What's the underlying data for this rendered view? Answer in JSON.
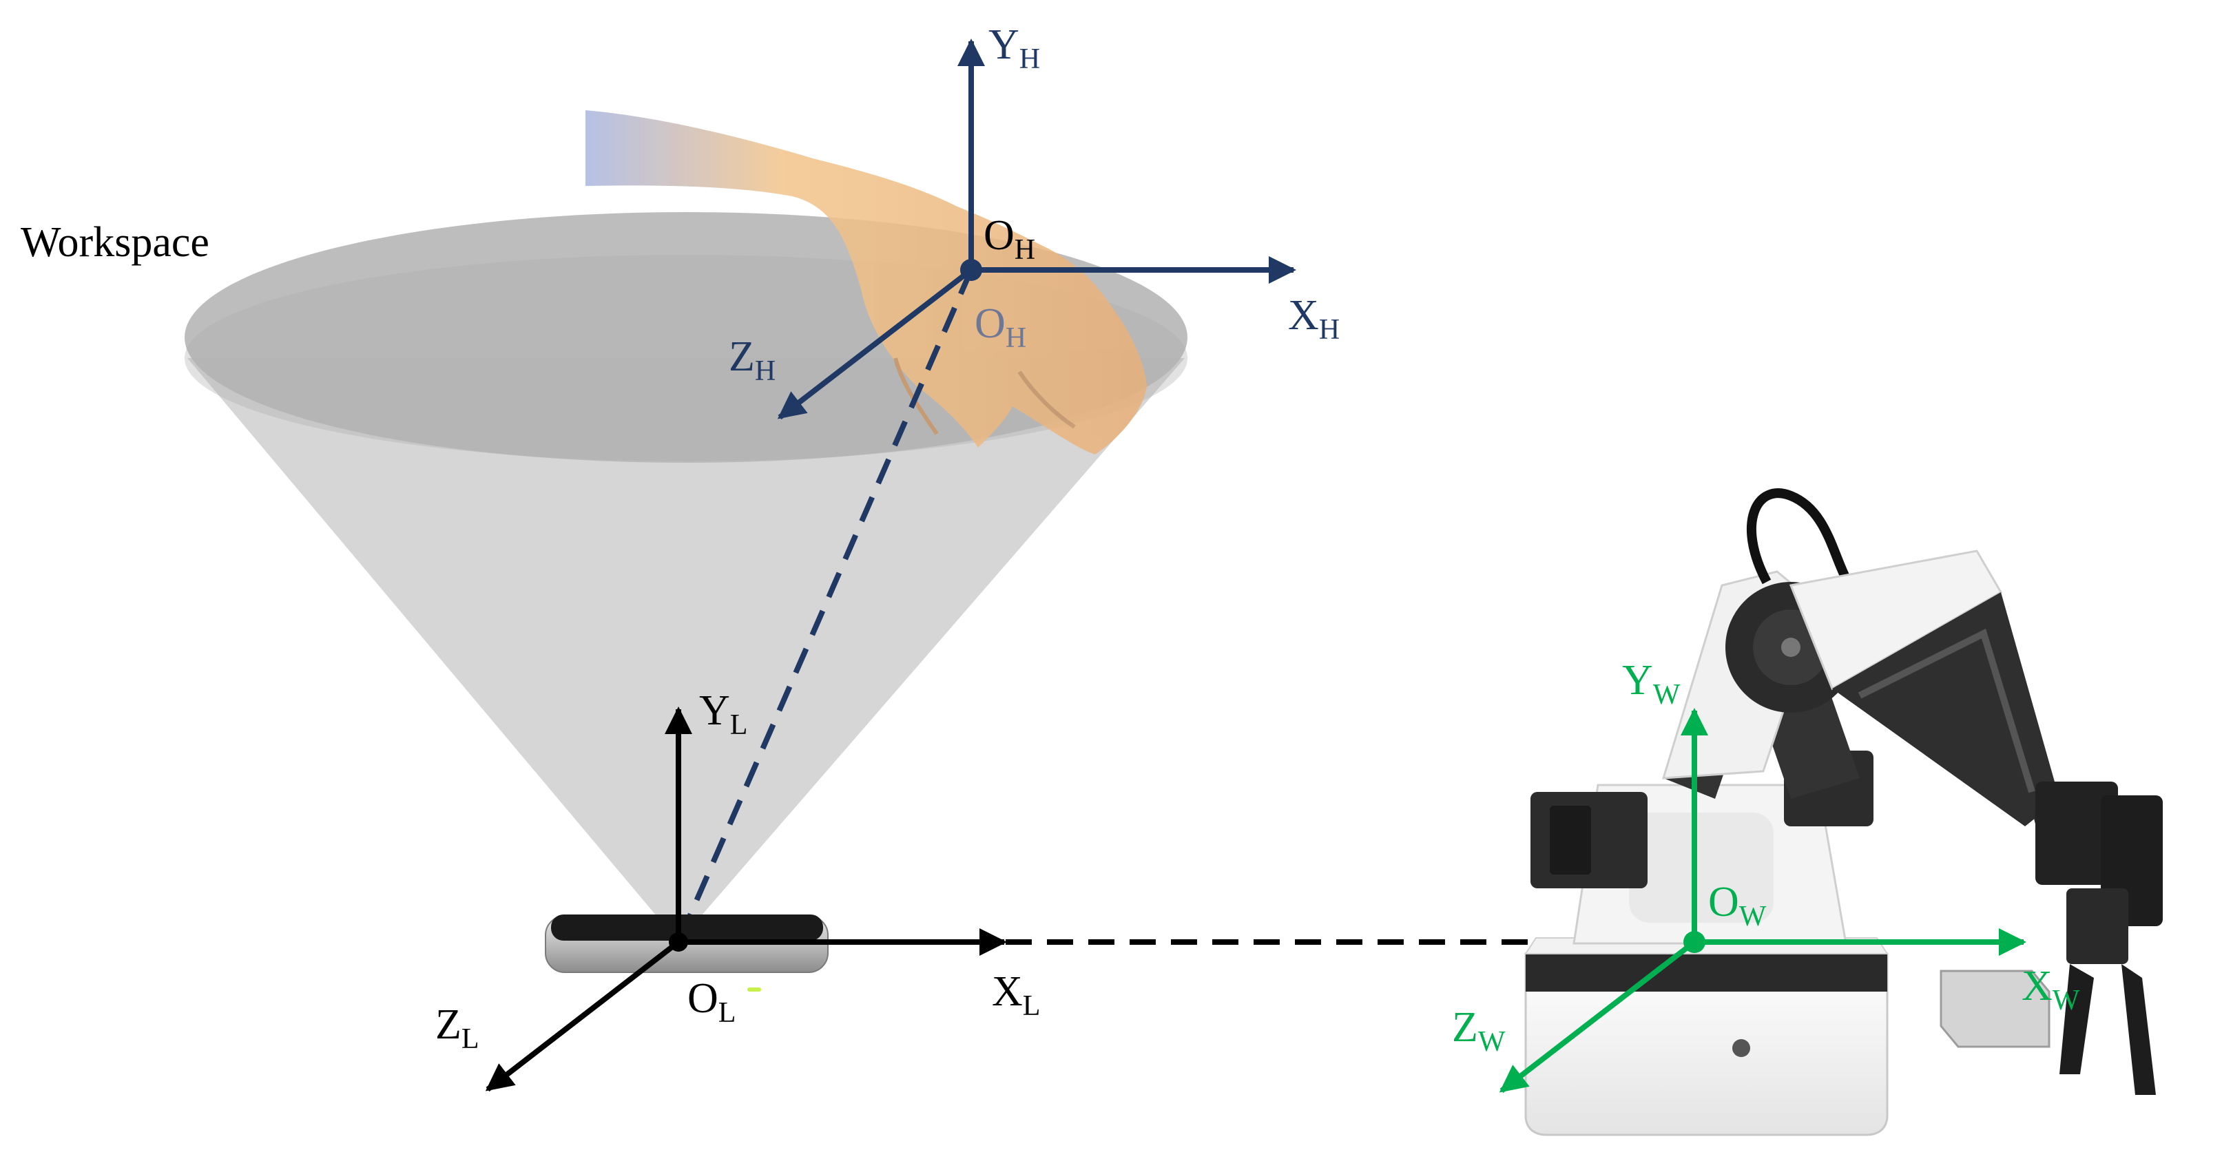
{
  "colors": {
    "hand_frame": "#1f3864",
    "leap_frame": "#000000",
    "robot_frame": "#00b050",
    "cone_fill": "#c8c8c8",
    "ellipse_fill": "#b4b4b4"
  },
  "labels": {
    "workspace": "Workspace",
    "hand": {
      "x": {
        "main": "X",
        "sub": "H"
      },
      "y": {
        "main": "Y",
        "sub": "H"
      },
      "z": {
        "main": "Z",
        "sub": "H"
      },
      "origin": {
        "main": "O",
        "sub": "H"
      },
      "origin_ghost": {
        "main": "O",
        "sub": "H"
      }
    },
    "leap": {
      "x": {
        "main": "X",
        "sub": "L"
      },
      "y": {
        "main": "Y",
        "sub": "L"
      },
      "z": {
        "main": "Z",
        "sub": "L"
      },
      "origin": {
        "main": "O",
        "sub": "L"
      }
    },
    "robot": {
      "x": {
        "main": "X",
        "sub": "W"
      },
      "y": {
        "main": "Y",
        "sub": "W"
      },
      "z": {
        "main": "Z",
        "sub": "W"
      },
      "origin": {
        "main": "O",
        "sub": "W"
      }
    }
  },
  "icons": {
    "hand": "hand-illustration",
    "sensor": "leap-motion-sensor",
    "robot": "robotic-arm"
  }
}
